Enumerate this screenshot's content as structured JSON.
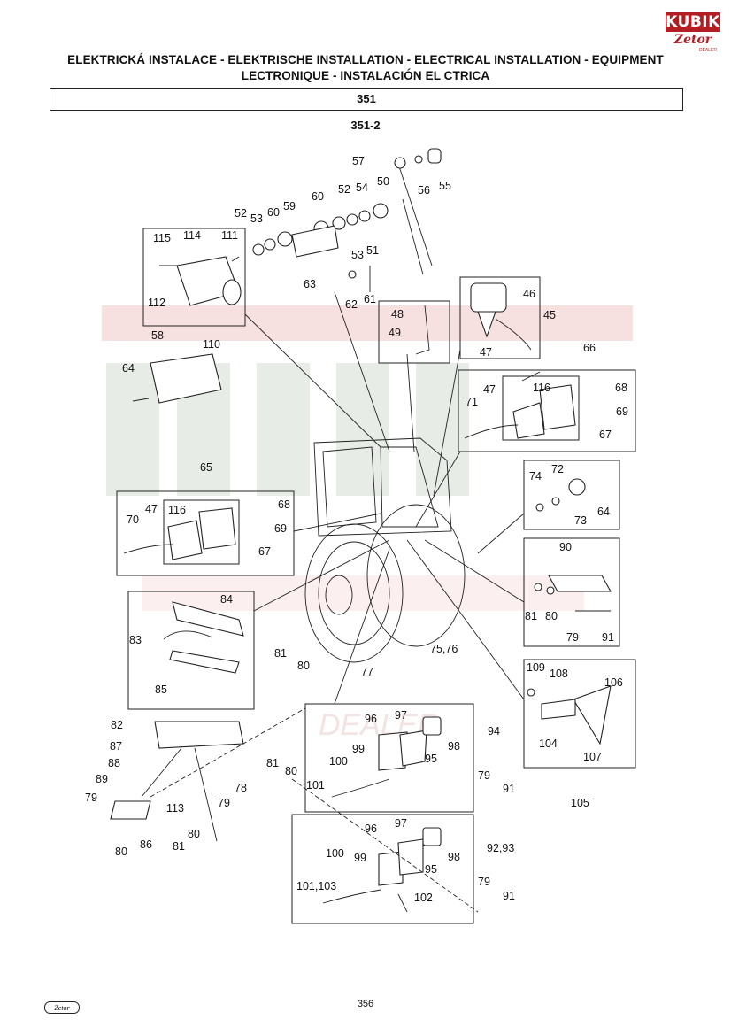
{
  "header": {
    "title_line1": "ELEKTRICKÁ INSTALACE - ELEKTRISCHE INSTALLATION - ELECTRICAL INSTALLATION - EQUIPMENT",
    "title_line2": "LECTRONIQUE - INSTALACIÓN EL  CTRICA",
    "section": "351",
    "subsection": "351-2"
  },
  "logo": {
    "top_text": "KUBIK",
    "bottom_text": "Zetor",
    "sub_text": "DEALER"
  },
  "footer": {
    "page_number": "356",
    "logo_text": "Zetor"
  },
  "watermark": {
    "text": "KUBIK",
    "subtext": "DEALER"
  },
  "callouts": [
    "57",
    "56",
    "55",
    "52",
    "54",
    "50",
    "60",
    "59",
    "52",
    "53",
    "60",
    "115",
    "114",
    "111",
    "51",
    "53",
    "63",
    "61",
    "62",
    "112",
    "110",
    "48",
    "49",
    "46",
    "45",
    "47",
    "58",
    "64",
    "66",
    "116",
    "68",
    "47",
    "71",
    "69",
    "67",
    "74",
    "72",
    "73",
    "64",
    "65",
    "116",
    "68",
    "47",
    "69",
    "70",
    "67",
    "90",
    "84",
    "83",
    "81",
    "80",
    "79",
    "91",
    "85",
    "75,76",
    "77",
    "81",
    "80",
    "82",
    "109",
    "108",
    "106",
    "97",
    "96",
    "94",
    "87",
    "98",
    "99",
    "88",
    "95",
    "104",
    "107",
    "100",
    "89",
    "101",
    "81",
    "80",
    "105",
    "78",
    "79",
    "91",
    "79",
    "113",
    "97",
    "96",
    "92,93",
    "86",
    "80",
    "79",
    "98",
    "100",
    "99",
    "81",
    "95",
    "80",
    "101,103",
    "102",
    "79",
    "91"
  ]
}
